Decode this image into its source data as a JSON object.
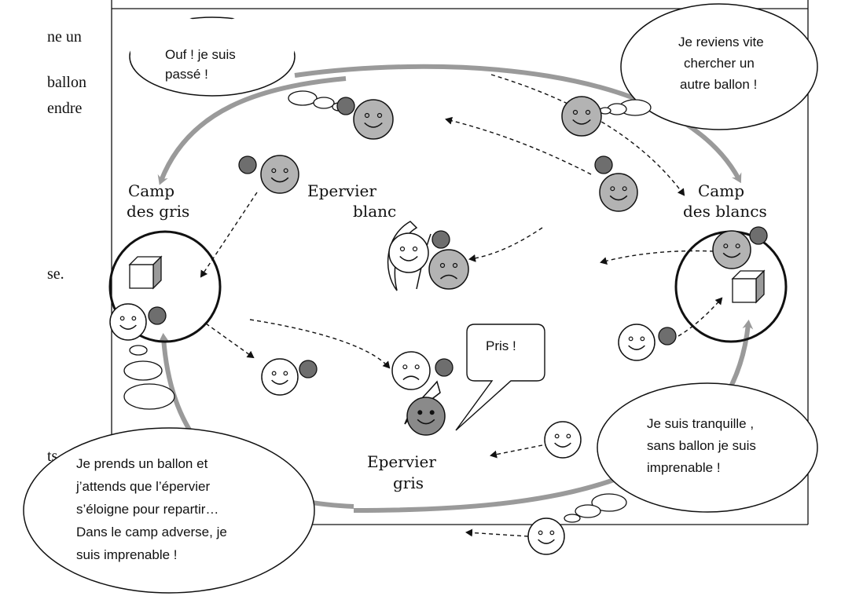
{
  "side_text": [
    "ne un",
    "ballon",
    "endre",
    "se.",
    "ts."
  ],
  "labels": {
    "camp_gris": [
      "Camp",
      "des gris"
    ],
    "camp_blancs": [
      "Camp",
      "des blancs"
    ],
    "epervier_blanc": [
      "Epervier",
      "blanc"
    ],
    "epervier_gris": [
      "Epervier",
      "gris"
    ]
  },
  "bubbles": {
    "ouf": [
      "Ouf ! je suis",
      "passé !"
    ],
    "reviens": [
      "Je reviens  vite",
      "chercher un",
      "autre ballon !"
    ],
    "pris": [
      "Pris !"
    ],
    "tranquille": [
      "Je suis tranquille ,",
      "sans ballon je suis",
      "imprenable !"
    ],
    "prends": [
      "Je prends un ballon et",
      "j’attends que l’épervier",
      "s’éloigne pour repartir…",
      "Dans  le  camp adverse, je",
      "suis imprenable !"
    ]
  },
  "colors": {
    "grey_face": "#b3b3b3",
    "dark_ball": "#6e6e6e",
    "arrow": "#9a9a9a",
    "dark_face": "#8a8a8a"
  }
}
